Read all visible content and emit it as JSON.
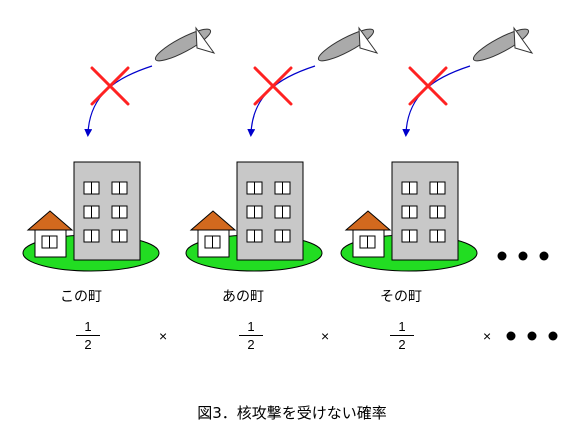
{
  "towns": [
    {
      "label": "この町",
      "fraction": {
        "numerator": "1",
        "denominator": "2"
      }
    },
    {
      "label": "あの町",
      "fraction": {
        "numerator": "1",
        "denominator": "2"
      }
    },
    {
      "label": "その町",
      "fraction": {
        "numerator": "1",
        "denominator": "2"
      }
    }
  ],
  "operator": "×",
  "caption": "図3．核攻撃を受けない確率",
  "colors": {
    "ground": "#22dd22",
    "house_roof": "#d2691e",
    "cross": "#ff2222",
    "missile_path": "#0000cc",
    "building": "#c8c8c8",
    "plane": "#aaaaaa"
  },
  "icons": [
    "airplane-icon",
    "cross-icon",
    "trajectory-arrow-icon",
    "building-icon",
    "house-icon",
    "ellipsis-dots-icon"
  ]
}
